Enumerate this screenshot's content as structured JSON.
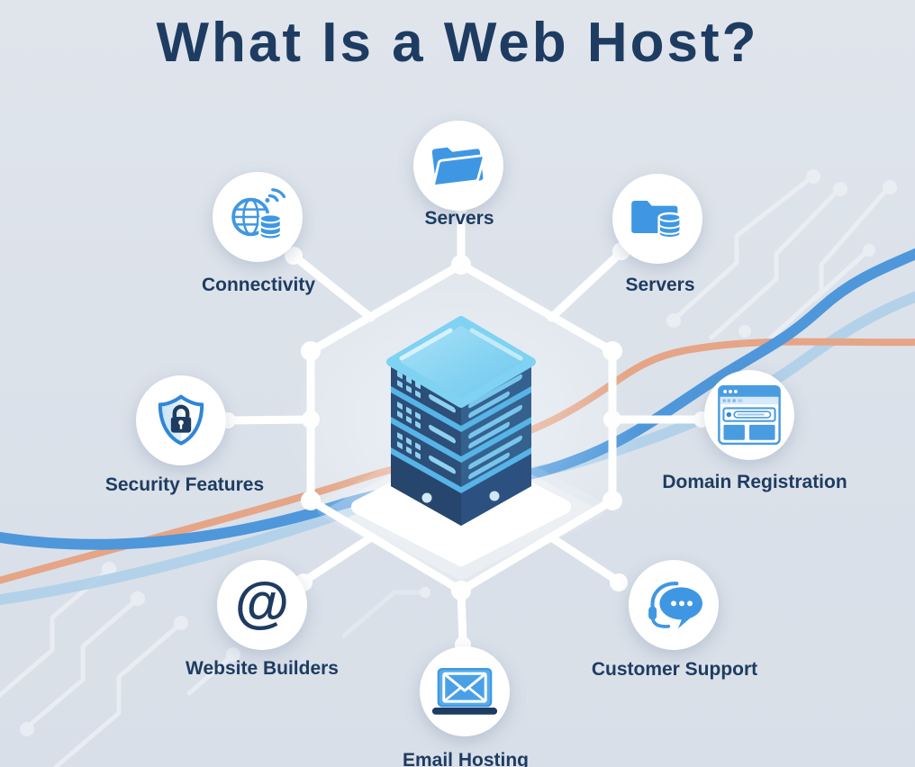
{
  "title": "What Is a Web Host?",
  "center": {
    "icon": "server-stack",
    "description_icon": "isometric server tower on white platform"
  },
  "nodes": [
    {
      "id": "servers-top",
      "label": "Servers",
      "icon": "open-folder"
    },
    {
      "id": "connectivity",
      "label": "Connectivity",
      "icon": "globe-database-wifi"
    },
    {
      "id": "servers-right",
      "label": "Servers",
      "icon": "folder-database"
    },
    {
      "id": "security-features",
      "label": "Security Features",
      "icon": "shield-lock"
    },
    {
      "id": "domain-registration",
      "label": "Domain Registration",
      "icon": "browser-window"
    },
    {
      "id": "website-builders",
      "label": "Website Builders",
      "icon": "at-symbol"
    },
    {
      "id": "customer-support",
      "label": "Customer Support",
      "icon": "headset-chat-bubble"
    },
    {
      "id": "email-hosting",
      "label": "Email Hosting",
      "icon": "laptop-envelope"
    }
  ],
  "icons": {
    "at_glyph": "@"
  },
  "colors": {
    "background": "#dce2ea",
    "title_text": "#1e3c61",
    "label_text": "#1e3c61",
    "icon_blue": "#3f97e3",
    "icon_navy": "#1e3c61",
    "server_top_face": "#8ad5f3",
    "server_left_face": "#2c4e78",
    "server_right_face": "#35618f",
    "server_rim": "#57b4e6",
    "wave_blue": "#4e97da",
    "wave_salmon": "#e5a586",
    "wave_pale_blue": "#abcfe9",
    "line_white": "#ffffff"
  }
}
